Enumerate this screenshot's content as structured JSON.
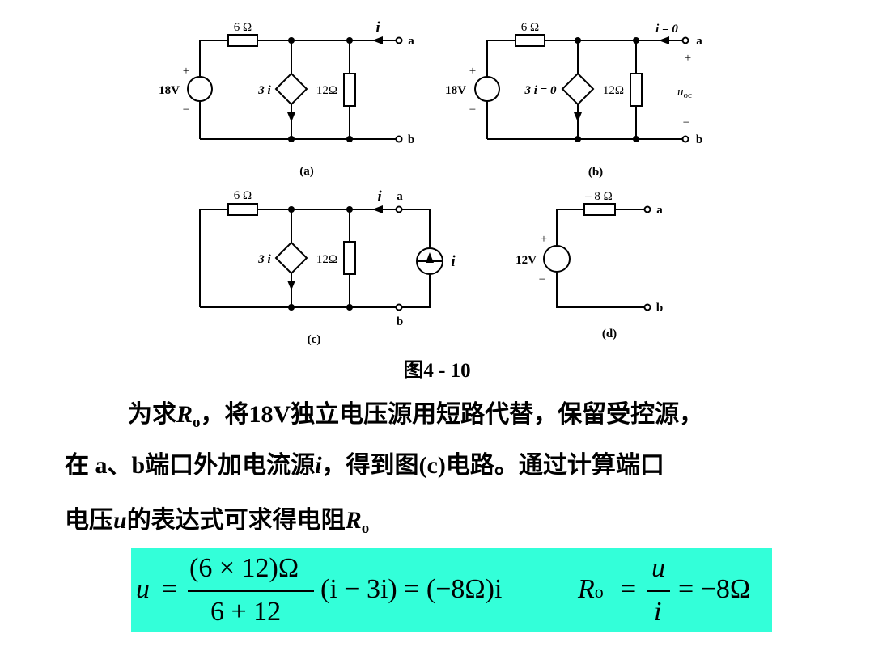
{
  "circuits": {
    "a": {
      "caption": "(a)",
      "resistor_series": "6 Ω",
      "source_label": "18V",
      "plus": "+",
      "minus": "−",
      "dep_source": "3 i",
      "resistor_shunt": "12Ω",
      "current": "i",
      "terminal_a": "a",
      "terminal_b": "b"
    },
    "b": {
      "caption": "(b)",
      "resistor_series": "6 Ω",
      "source_label": "18V",
      "plus": "+",
      "minus": "−",
      "dep_source": "3 i = 0",
      "resistor_shunt": "12Ω",
      "current": "i = 0",
      "terminal_a": "a",
      "terminal_b": "b",
      "voltage_label": "u",
      "voltage_sub": "oc",
      "v_plus": "+",
      "v_minus": "−"
    },
    "c": {
      "caption": "(c)",
      "resistor_series": "6 Ω",
      "dep_source": "3 i",
      "resistor_shunt": "12Ω",
      "current": "i",
      "terminal_a": "a",
      "terminal_b": "b",
      "current_source": "i"
    },
    "d": {
      "caption": "(d)",
      "resistor": "– 8 Ω",
      "source_label": "12V",
      "plus": "+",
      "minus": "−",
      "terminal_a": "a",
      "terminal_b": "b"
    }
  },
  "figure_caption": "图4 - 10",
  "paragraphs": {
    "p1": {
      "pre": "为求",
      "var": "R",
      "sub": "o",
      "post": "，将18V独立电压源用短路代替，保留受控源，"
    },
    "p2": {
      "pre": "在 a、b端口外加电流源",
      "var": "i",
      "post": "，得到图(c)电路。通过计算端口"
    },
    "p3": {
      "pre": "电压",
      "var": "u",
      "mid": "的表达式可求得电阻",
      "var2": "R",
      "sub": "o"
    }
  },
  "formula": {
    "lhs": "u",
    "eq": "=",
    "numerator": "(6 × 12)Ω",
    "denominator": "6 + 12",
    "rest": "(i − 3i) = (−8Ω)i",
    "r_var": "R",
    "r_sub": "o",
    "r_eq": "=",
    "r_num": "u",
    "r_den": "i",
    "r_result": "= −8Ω"
  },
  "colors": {
    "formula_bg": "#33ffd9"
  }
}
